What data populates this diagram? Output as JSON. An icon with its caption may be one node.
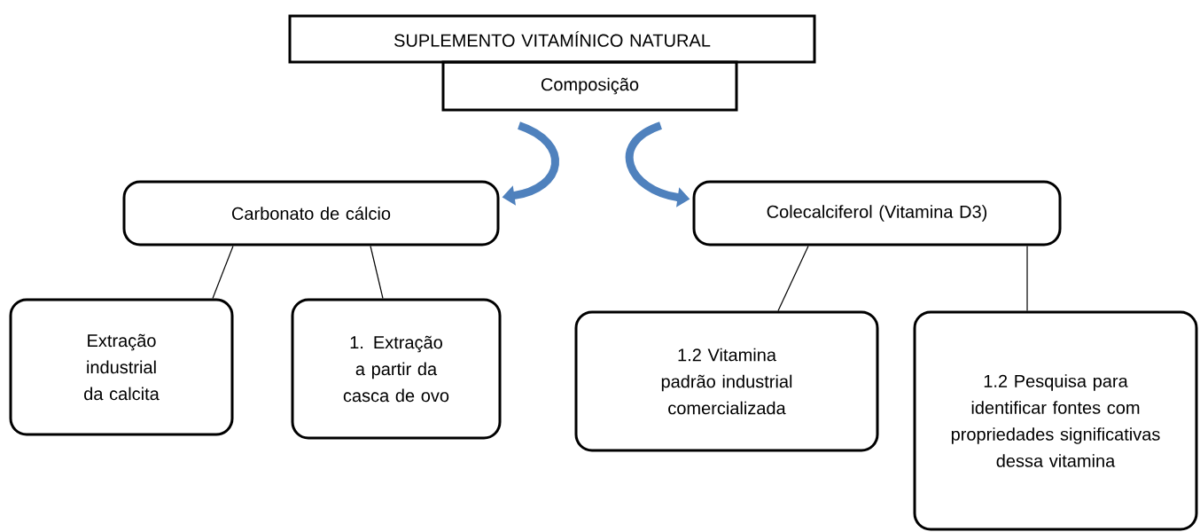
{
  "diagram": {
    "nodes": [
      {
        "text": [
          "SUPLEMENTO VITAMÍNICO NATURAL"
        ]
      },
      {
        "text": [
          "Composição"
        ]
      },
      {
        "text": [
          "Carbonato de cálcio"
        ]
      },
      {
        "text": [
          "Colecalciferol (Vitamina D3)"
        ]
      },
      {
        "text": [
          "Extração industrial da calcita"
        ]
      },
      {
        "text": [
          "1. Extração a partir da casca de ovo"
        ]
      },
      {
        "text": [
          "1.2 Vitamina padrão industrial comercializada"
        ]
      },
      {
        "text": [
          "1.2 Pesquisa para identificar fontes com propriedades significativas dessa vitamina"
        ]
      }
    ],
    "edges": [
      {
        "from": 1,
        "to": 2,
        "arrow": "to",
        "style": "thick",
        "color": "#4f81bd"
      },
      {
        "from": 1,
        "to": 3,
        "arrow": "to",
        "style": "thick",
        "color": "#4f81bd"
      },
      {
        "from": 2,
        "to": 4,
        "arrow": "none"
      },
      {
        "from": 2,
        "to": 5,
        "arrow": "none"
      },
      {
        "from": 3,
        "to": 6,
        "arrow": "none"
      },
      {
        "from": 3,
        "to": 7,
        "arrow": "none"
      }
    ]
  }
}
